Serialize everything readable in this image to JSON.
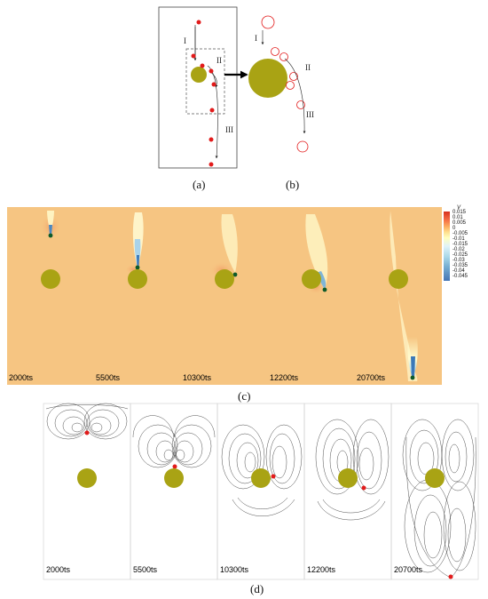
{
  "panel_a": {
    "caption": "(a)",
    "labels": [
      "I",
      "II",
      "III"
    ]
  },
  "panel_b": {
    "caption": "(b)",
    "labels": [
      "I",
      "II",
      "III"
    ]
  },
  "panel_c": {
    "caption": "(c)",
    "colorbar": {
      "title": "V",
      "ticks": [
        "0.015",
        "0.01",
        "0.005",
        "0",
        "-0.005",
        "-0.01",
        "-0.015",
        "-0.02",
        "-0.025",
        "-0.03",
        "-0.035",
        "-0.04",
        "-0.045"
      ],
      "colors": [
        "#d7301f",
        "#f46d43",
        "#fdae61",
        "#fee090",
        "#ffffbf",
        "#e0f3f8",
        "#abd9e9",
        "#74add1",
        "#4575b4"
      ]
    },
    "frames": [
      {
        "label": "2000ts"
      },
      {
        "label": "5500ts"
      },
      {
        "label": "10300ts"
      },
      {
        "label": "12200ts"
      },
      {
        "label": "20700ts"
      }
    ]
  },
  "panel_d": {
    "caption": "(d)",
    "frames": [
      {
        "label": "2000ts"
      },
      {
        "label": "5500ts"
      },
      {
        "label": "10300ts"
      },
      {
        "label": "12200ts"
      },
      {
        "label": "20700ts"
      }
    ]
  },
  "colors": {
    "cylinder": "#a9a314",
    "particle_red": "#e21b1b",
    "particle_green": "#0e5a2a",
    "field_bg": "#f6c582",
    "streamline": "#3a3a3a"
  }
}
